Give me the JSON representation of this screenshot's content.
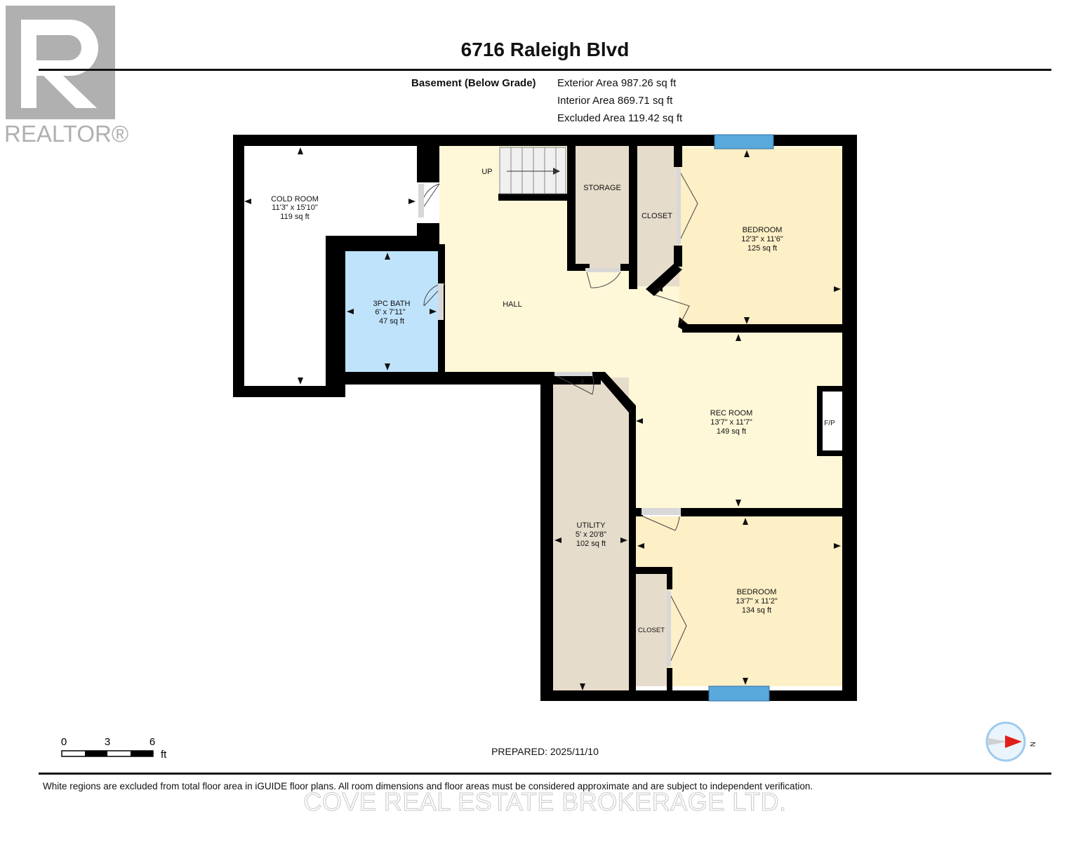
{
  "header": {
    "logo_text": "REALTOR®",
    "title": "6716 Raleigh Blvd"
  },
  "areas": {
    "floor_label": "Basement (Below Grade)",
    "exterior": "Exterior Area 987.26 sq ft",
    "interior": "Interior Area 869.71 sq ft",
    "excluded": "Excluded Area 119.42 sq ft"
  },
  "rooms": {
    "cold_room": {
      "name": "COLD ROOM",
      "dims": "11'3\" x 15'10\"",
      "area": "119 sq ft"
    },
    "bath": {
      "name": "3PC BATH",
      "dims": "6' x 7'11\"",
      "area": "47 sq ft"
    },
    "hall": {
      "name": "HALL"
    },
    "up": {
      "name": "UP"
    },
    "storage": {
      "name": "STORAGE"
    },
    "closet_top": {
      "name": "CLOSET"
    },
    "bedroom_top": {
      "name": "BEDROOM",
      "dims": "12'3\" x 11'6\"",
      "area": "125 sq ft"
    },
    "rec_room": {
      "name": "REC ROOM",
      "dims": "13'7\" x 11'7\"",
      "area": "149 sq ft"
    },
    "fireplace": {
      "name": "F/P"
    },
    "utility": {
      "name": "UTILITY",
      "dims": "5' x 20'8\"",
      "area": "102 sq ft"
    },
    "closet_bottom": {
      "name": "CLOSET"
    },
    "bedroom_bottom": {
      "name": "BEDROOM",
      "dims": "13'7\" x 11'2\"",
      "area": "134 sq ft"
    }
  },
  "colors": {
    "hall": "#fef7d8",
    "bedroom": "#fdefc6",
    "bath": "#bfe3fb",
    "storage": "#e6dccb",
    "wall": "#000000",
    "window": "#5aa9dc"
  },
  "scale": {
    "labels": [
      "0",
      "3",
      "6"
    ],
    "unit": "ft"
  },
  "compass": {
    "label": "N"
  },
  "footer": {
    "prepared": "PREPARED: 2025/11/10",
    "note": "White regions are excluded from total floor area in iGUIDE floor plans. All room dimensions and floor areas must be considered approximate and are subject to independent verification.",
    "brokerage": "COVE REAL ESTATE BROKERAGE LTD."
  }
}
